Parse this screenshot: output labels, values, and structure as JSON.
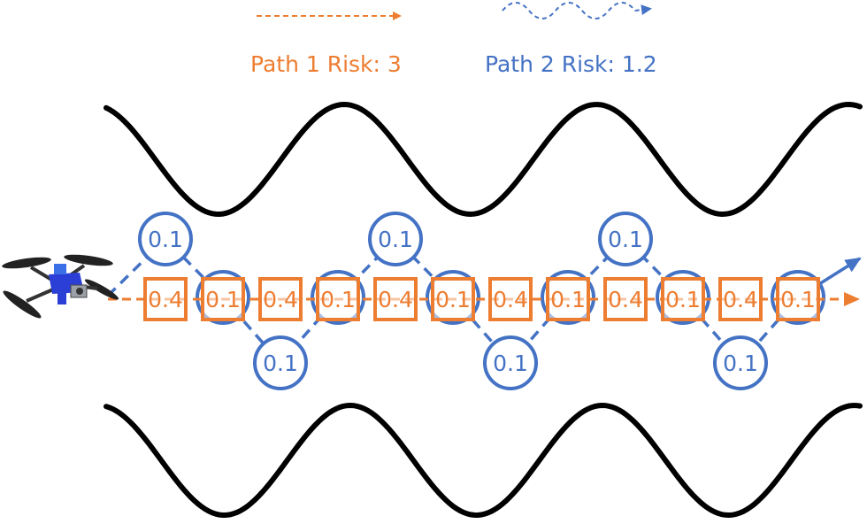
{
  "colors": {
    "path1": "#ED7D31",
    "path2": "#4472C4",
    "wall": "#000000"
  },
  "legend": {
    "path1": {
      "label": "Path 1 Risk: 3",
      "style": "dashed-straight-arrow"
    },
    "path2": {
      "label": "Path 2 Risk: 1.2",
      "style": "dashed-wavy-arrow"
    }
  },
  "path1_cells": [
    "0.4",
    "0.1",
    "0.4",
    "0.1",
    "0.4",
    "0.1",
    "0.4",
    "0.1",
    "0.4",
    "0.1",
    "0.4",
    "0.1"
  ],
  "path2_nodes": [
    {
      "label": "0.1",
      "level": "high"
    },
    {
      "label": "",
      "level": "mid"
    },
    {
      "label": "0.1",
      "level": "low"
    },
    {
      "label": "",
      "level": "mid"
    },
    {
      "label": "0.1",
      "level": "high"
    },
    {
      "label": "",
      "level": "mid"
    },
    {
      "label": "0.1",
      "level": "low"
    },
    {
      "label": "",
      "level": "mid"
    },
    {
      "label": "0.1",
      "level": "high"
    },
    {
      "label": "",
      "level": "mid"
    },
    {
      "label": "0.1",
      "level": "low"
    },
    {
      "label": "",
      "level": "mid"
    }
  ],
  "icons": {
    "vehicle": "drone-icon"
  }
}
